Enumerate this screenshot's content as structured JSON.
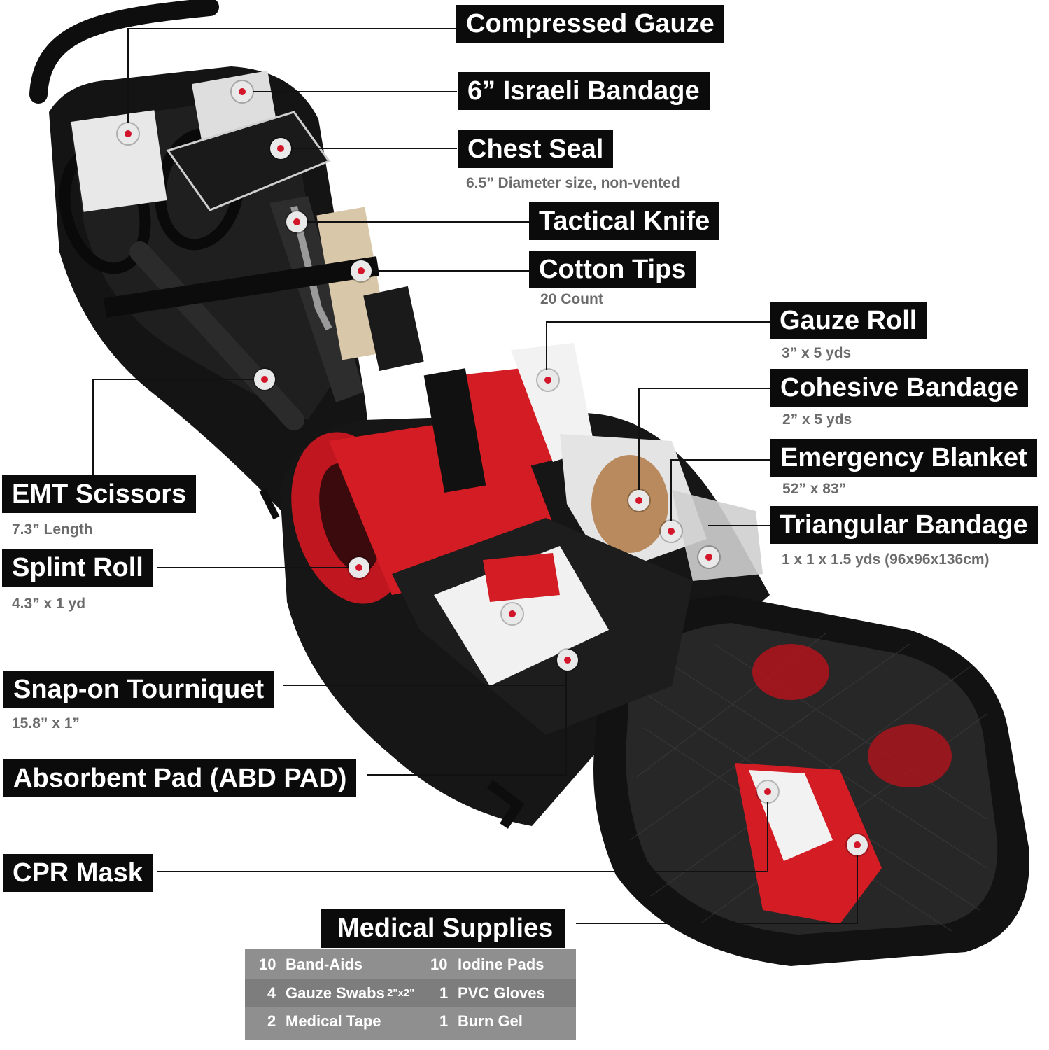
{
  "labels": {
    "compressed_gauze": "Compressed Gauze",
    "israeli_bandage": "6” Israeli Bandage",
    "chest_seal": "Chest Seal",
    "chest_seal_sub": "6.5” Diameter size, non-vented",
    "tactical_knife": "Tactical Knife",
    "cotton_tips": "Cotton Tips",
    "cotton_tips_sub": "20 Count",
    "gauze_roll": "Gauze Roll",
    "gauze_roll_sub": "3” x 5 yds",
    "cohesive_bandage": "Cohesive Bandage",
    "cohesive_bandage_sub": "2” x 5 yds",
    "emergency_blanket": "Emergency Blanket",
    "emergency_blanket_sub": "52” x 83”",
    "triangular_bandage": "Triangular Bandage",
    "triangular_bandage_sub": "1 x 1 x 1.5 yds (96x96x136cm)",
    "emt_scissors": "EMT Scissors",
    "emt_scissors_sub": "7.3” Length",
    "splint_roll": "Splint Roll",
    "splint_roll_sub": "4.3” x 1 yd",
    "snap_on_tourniquet": "Snap-on Tourniquet",
    "snap_on_tourniquet_sub": "15.8” x 1”",
    "absorbent_pad": "Absorbent Pad (ABD PAD)",
    "cpr_mask": "CPR Mask"
  },
  "medical_supplies": {
    "title": "Medical Supplies",
    "rows": [
      {
        "left_qty": "10",
        "left_item": "Band-Aids",
        "right_qty": "10",
        "right_item": "Iodine Pads"
      },
      {
        "left_qty": "4",
        "left_item": "Gauze Swabs",
        "left_note": "2\"x2\"",
        "right_qty": "1",
        "right_item": "PVC Gloves"
      },
      {
        "left_qty": "2",
        "left_item": "Medical Tape",
        "right_qty": "1",
        "right_item": "Burn Gel"
      }
    ]
  },
  "colors": {
    "label_bg": "#0b0b0b",
    "label_text": "#ffffff",
    "sub_text": "#6b6b6b",
    "marker_red": "#d3152a",
    "bag_black": "#141414",
    "product_red": "#d41c24",
    "table_bg": "#8f8f8f"
  },
  "icons": [
    "marker-dot-icon",
    "cross-logo-icon",
    "zipper-pull-icon"
  ]
}
